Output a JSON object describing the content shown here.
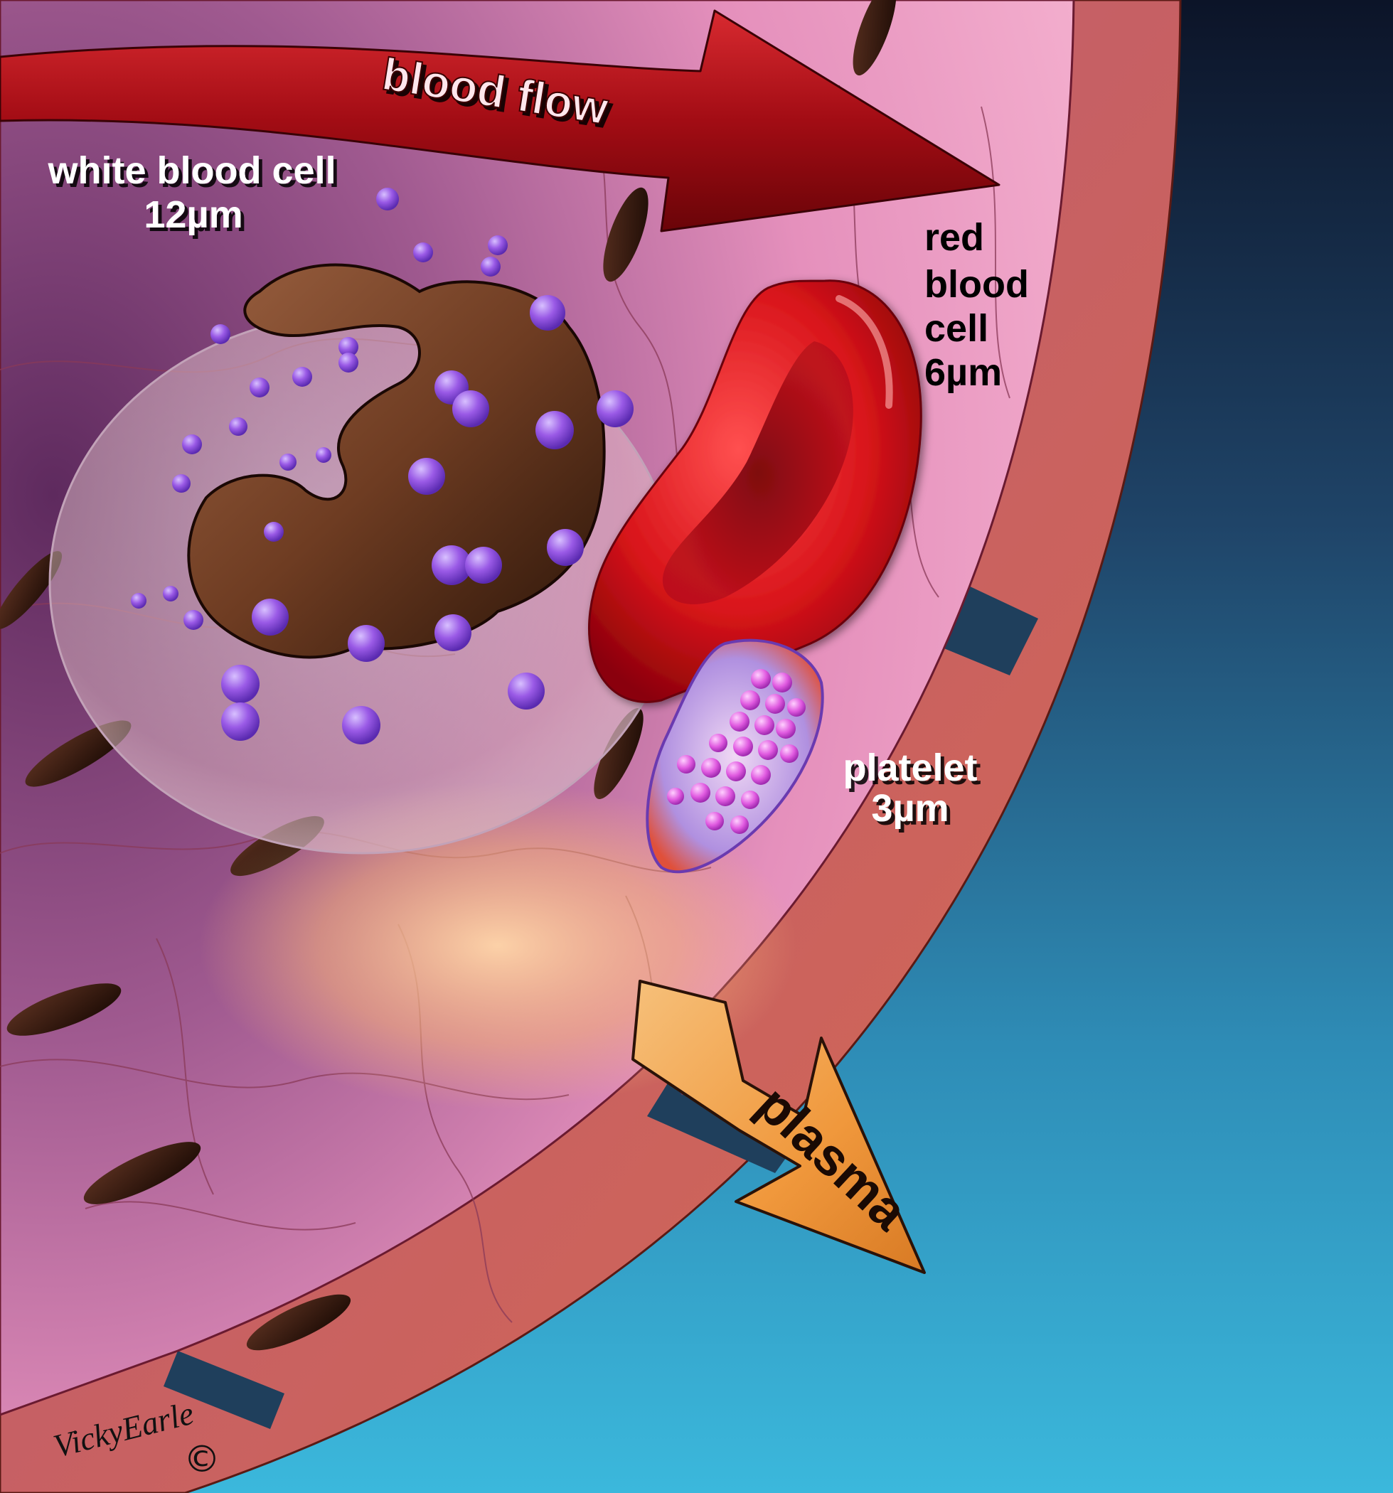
{
  "labels": {
    "blood_flow": "blood flow",
    "white_blood_cell_name": "white blood cell",
    "white_blood_cell_size": "12µm",
    "red_blood_cell_line1": "red",
    "red_blood_cell_line2": "blood",
    "red_blood_cell_line3": "cell",
    "red_blood_cell_size": "6µm",
    "platelet_name": "platelet",
    "platelet_size": "3µm",
    "plasma": "plasma"
  },
  "signature": {
    "text": "VickyEarle",
    "copyright": "©"
  },
  "colors": {
    "background_top": "#0c1428",
    "background_bottom": "#3bb8dc",
    "vessel_lumen": "#f0a6c6",
    "vessel_wall": "#c8604e",
    "flow_arrow": "#9e0c12",
    "plasma_arrow": "#f0983c",
    "red_blood_cell": "#d8141a",
    "white_blood_cell": "#f2dcd8",
    "nucleus": "#6e3c22",
    "granule": "#9a5ae6",
    "platelet_granule": "#e05ae0"
  },
  "icons": {
    "copyright": "copyright-symbol"
  }
}
